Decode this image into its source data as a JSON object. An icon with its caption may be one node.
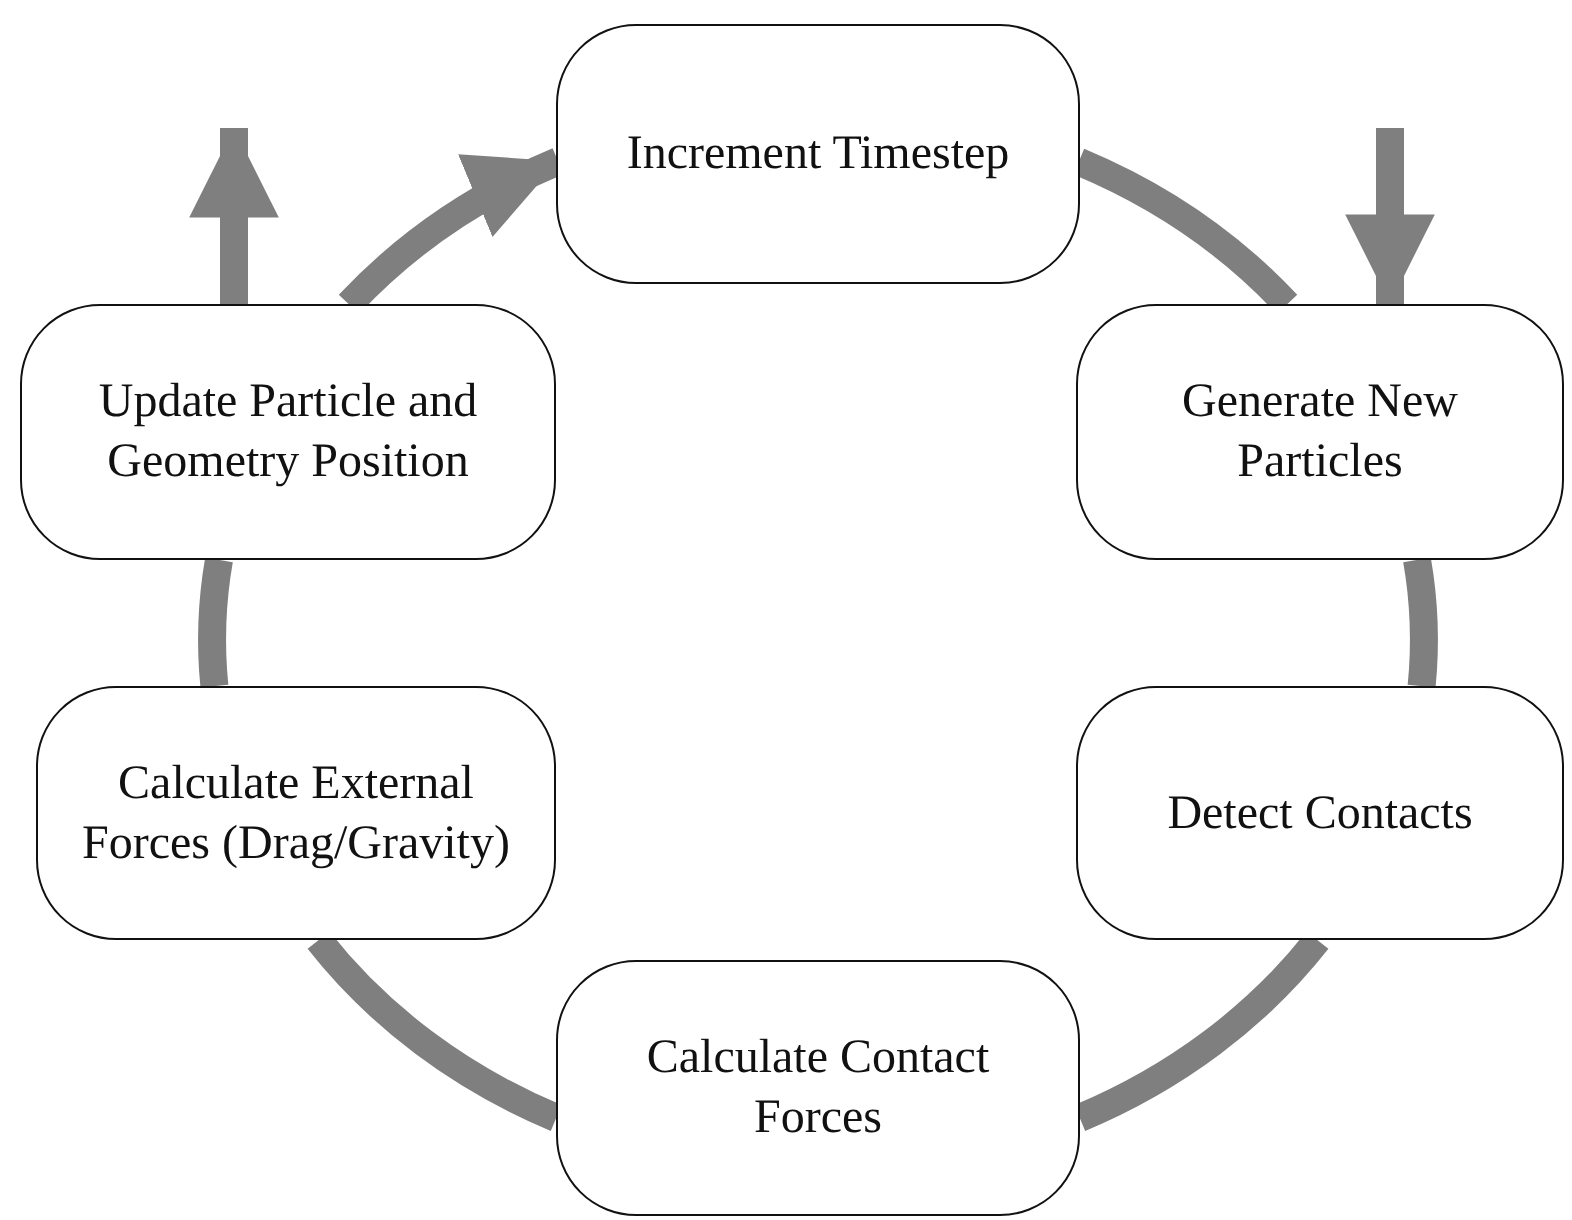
{
  "diagram": {
    "nodes": [
      {
        "text": [
          "Increment Timestep"
        ]
      },
      {
        "text": [
          "Generate New Particles"
        ]
      },
      {
        "text": [
          "Detect Contacts"
        ]
      },
      {
        "text": [
          "Calculate Contact Forces"
        ]
      },
      {
        "text": [
          "Calculate External Forces (Drag/Gravity)"
        ]
      },
      {
        "text": [
          "Update Particle and Geometry Position"
        ]
      }
    ],
    "edges": [
      {
        "from": 0,
        "to": 1,
        "arrow": "none"
      },
      {
        "from": 1,
        "to": 2,
        "arrow": "none"
      },
      {
        "from": 2,
        "to": 3,
        "arrow": "none"
      },
      {
        "from": 3,
        "to": 4,
        "arrow": "none"
      },
      {
        "from": 4,
        "to": 5,
        "arrow": "none"
      },
      {
        "from": 5,
        "to": 0,
        "arrow": "to"
      },
      {
        "from": null,
        "to": 1,
        "arrow": "to"
      },
      {
        "from": 5,
        "to": null,
        "arrow": "to"
      }
    ]
  }
}
